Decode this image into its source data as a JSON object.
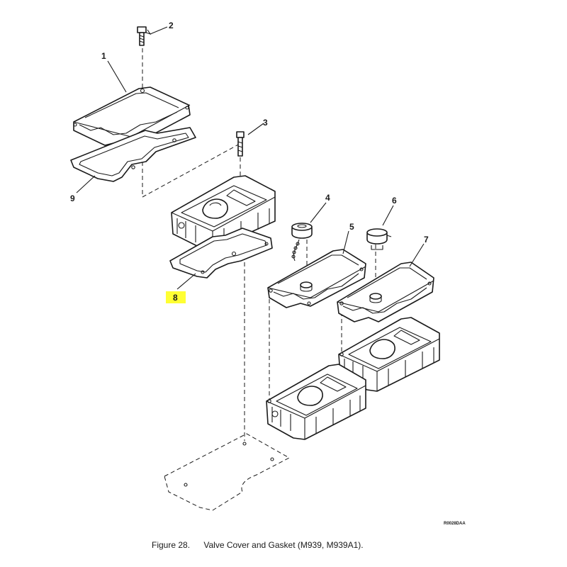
{
  "callouts": [
    "1",
    "2",
    "3",
    "4",
    "5",
    "6",
    "7",
    "8",
    "9"
  ],
  "highlighted_callout": "8",
  "highlight_color": "#ffff33",
  "drawing_code": "R0028DAA",
  "caption": {
    "figure_label": "Figure  28.",
    "title": "Valve Cover and Gasket (M939, M939A1)."
  }
}
